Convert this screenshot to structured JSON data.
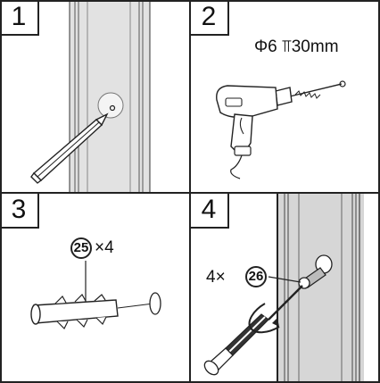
{
  "steps": [
    {
      "number": "1"
    },
    {
      "number": "2",
      "spec": "Φ6 ⫪30mm"
    },
    {
      "number": "3",
      "part_number": "25",
      "quantity": "×4"
    },
    {
      "number": "4",
      "quantity": "4×",
      "part_number": "26"
    }
  ],
  "colors": {
    "line": "#222222",
    "rail_fill": "#dcdcdc",
    "rail_shade": "#bdbdbd"
  }
}
